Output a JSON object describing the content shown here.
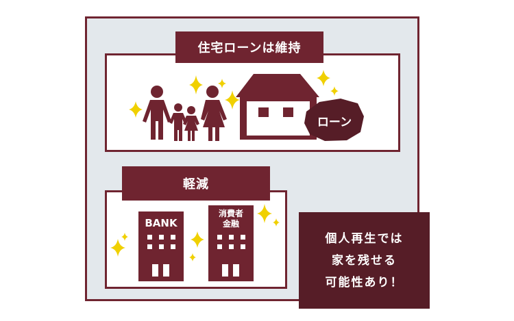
{
  "top_section": {
    "title": "住宅ローンは維持",
    "loan_label": "ローン"
  },
  "bottom_section": {
    "title": "軽減",
    "bank_label": "BANK",
    "lender_label_line1": "消費者",
    "lender_label_line2": "金融"
  },
  "result": {
    "lines": [
      "個人再生では",
      "家を残せる",
      "可能性あり！"
    ]
  },
  "colors": {
    "primary": "#6f2430",
    "dark": "#561d27",
    "background": "#e3e8ec",
    "sparkle": "#f0d000"
  }
}
